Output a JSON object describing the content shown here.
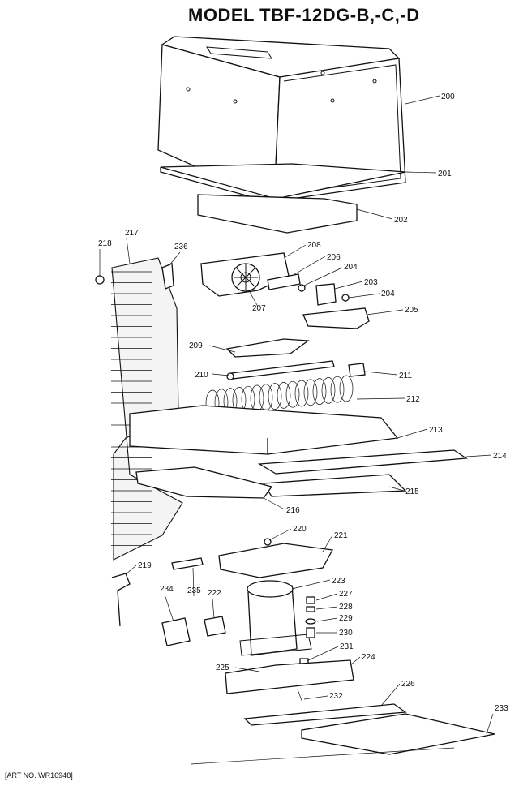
{
  "title": "MODEL TBF-12DG-B,-C,-D",
  "footer": "[ART NO. WR16948]",
  "callouts": [
    "200",
    "201",
    "202",
    "203",
    "204",
    "204",
    "205",
    "206",
    "207",
    "208",
    "209",
    "210",
    "211",
    "212",
    "213",
    "214",
    "215",
    "216",
    "217",
    "218",
    "219",
    "220",
    "221",
    "222",
    "223",
    "224",
    "225",
    "226",
    "227",
    "228",
    "229",
    "230",
    "231",
    "232",
    "233",
    "234",
    "235",
    "236"
  ]
}
